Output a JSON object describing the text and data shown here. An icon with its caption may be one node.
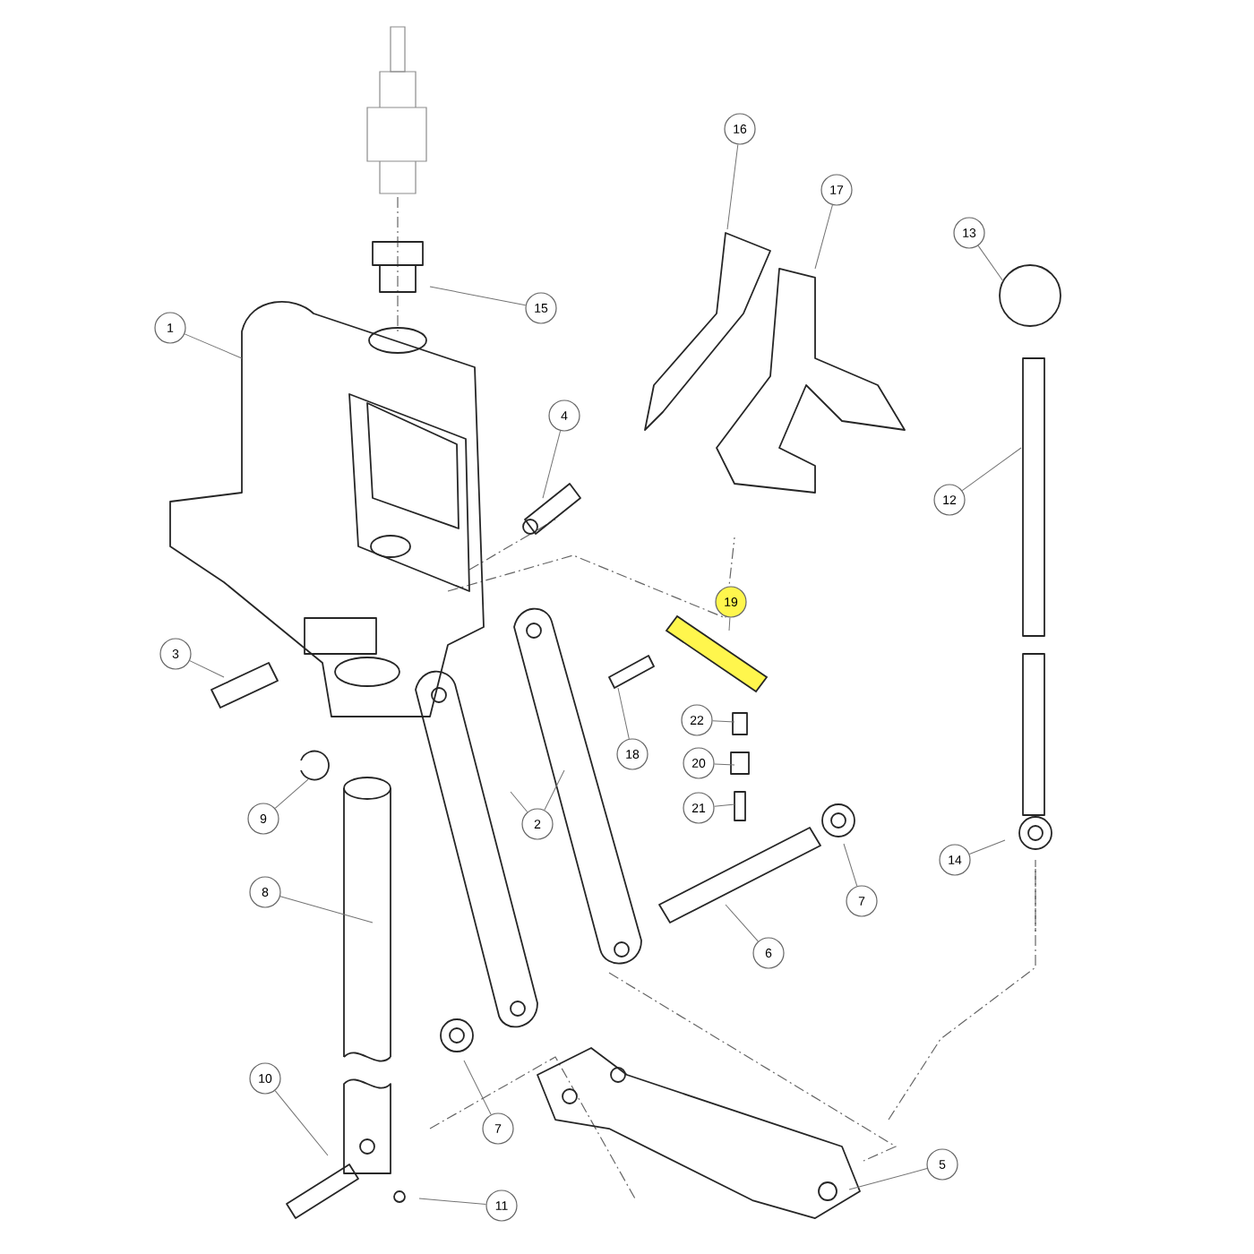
{
  "diagram": {
    "nodes": [
      {
        "text": [
          "16"
        ]
      },
      {
        "text": [
          "17"
        ]
      },
      {
        "text": [
          "13"
        ]
      },
      {
        "text": [
          "15"
        ]
      },
      {
        "text": [
          "1"
        ]
      },
      {
        "text": [
          "4"
        ]
      },
      {
        "text": [
          "12"
        ]
      },
      {
        "text": [
          "19"
        ]
      },
      {
        "text": [
          "3"
        ]
      },
      {
        "text": [
          "22"
        ]
      },
      {
        "text": [
          "18"
        ]
      },
      {
        "text": [
          "20"
        ]
      },
      {
        "text": [
          "21"
        ]
      },
      {
        "text": [
          "9"
        ]
      },
      {
        "text": [
          "2"
        ]
      },
      {
        "text": [
          "14"
        ]
      },
      {
        "text": [
          "8"
        ]
      },
      {
        "text": [
          "7"
        ]
      },
      {
        "text": [
          "6"
        ]
      },
      {
        "text": [
          "10"
        ]
      },
      {
        "text": [
          "7"
        ]
      },
      {
        "text": [
          "5"
        ]
      },
      {
        "text": [
          "11"
        ]
      }
    ],
    "edges": [
      {
        "from": 0,
        "to": null,
        "arrow": "none"
      },
      {
        "from": 1,
        "to": null,
        "arrow": "none"
      },
      {
        "from": 2,
        "to": null,
        "arrow": "none"
      },
      {
        "from": 3,
        "to": null,
        "arrow": "none"
      },
      {
        "from": 4,
        "to": null,
        "arrow": "none"
      },
      {
        "from": 5,
        "to": null,
        "arrow": "none"
      },
      {
        "from": 6,
        "to": null,
        "arrow": "none"
      },
      {
        "from": 7,
        "to": null,
        "arrow": "none"
      },
      {
        "from": 8,
        "to": null,
        "arrow": "none"
      },
      {
        "from": 9,
        "to": null,
        "arrow": "none"
      },
      {
        "from": 10,
        "to": null,
        "arrow": "none"
      },
      {
        "from": 11,
        "to": null,
        "arrow": "none"
      },
      {
        "from": 12,
        "to": null,
        "arrow": "none"
      },
      {
        "from": 13,
        "to": null,
        "arrow": "none"
      },
      {
        "from": 14,
        "to": null,
        "arrow": "none"
      },
      {
        "from": 14,
        "to": null,
        "arrow": "none"
      },
      {
        "from": 15,
        "to": null,
        "arrow": "none"
      },
      {
        "from": 16,
        "to": null,
        "arrow": "none"
      },
      {
        "from": 17,
        "to": null,
        "arrow": "none"
      },
      {
        "from": 18,
        "to": null,
        "arrow": "none"
      },
      {
        "from": 19,
        "to": null,
        "arrow": "none"
      },
      {
        "from": 20,
        "to": null,
        "arrow": "none"
      },
      {
        "from": 21,
        "to": null,
        "arrow": "none"
      },
      {
        "from": 22,
        "to": null,
        "arrow": "none"
      }
    ]
  }
}
